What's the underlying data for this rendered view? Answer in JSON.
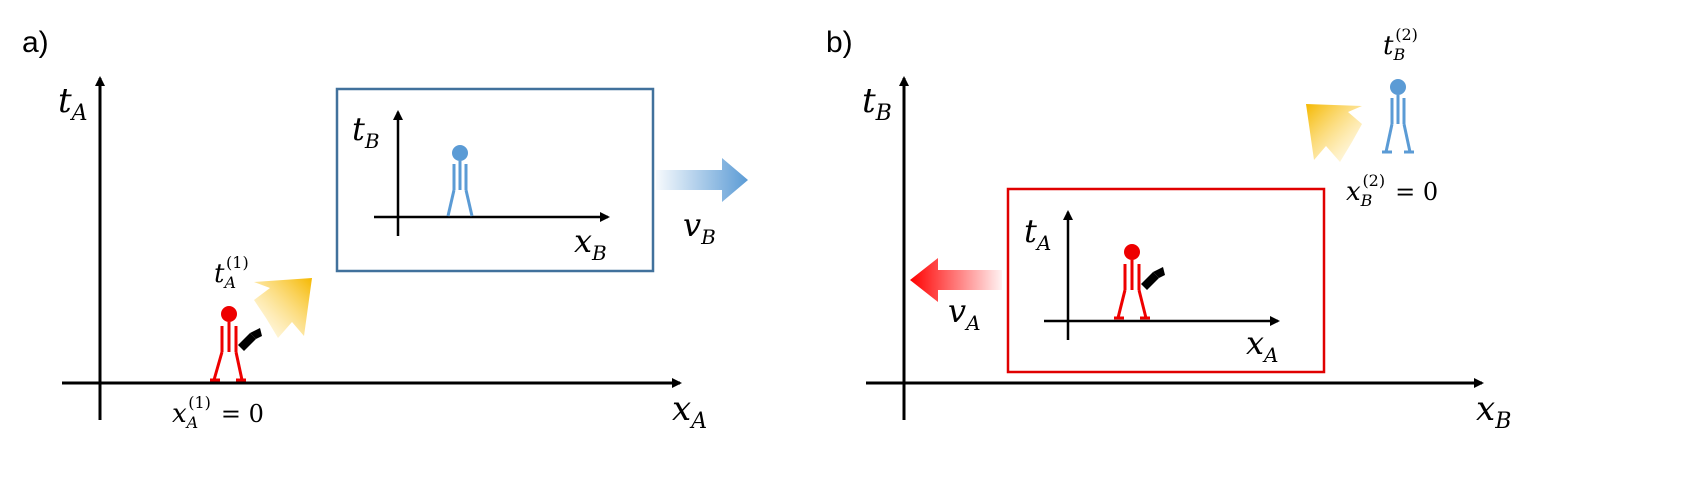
{
  "panel_a": {
    "label": "a)",
    "t_axis": {
      "main": "t",
      "sub": "A"
    },
    "x_axis": {
      "main": "x",
      "sub": "A"
    },
    "inset": {
      "t_axis": {
        "main": "t",
        "sub": "B"
      },
      "x_axis": {
        "main": "x",
        "sub": "B"
      }
    },
    "velocity": {
      "main": "v",
      "sub": "B"
    },
    "event_time": {
      "main": "t",
      "sub": "A",
      "sup": "(1)"
    },
    "event_position": {
      "main": "x",
      "sub": "A",
      "sup": "(1)",
      "rest": "= 0"
    }
  },
  "panel_b": {
    "label": "b)",
    "t_axis": {
      "main": "t",
      "sub": "B"
    },
    "x_axis": {
      "main": "x",
      "sub": "B"
    },
    "inset": {
      "t_axis": {
        "main": "t",
        "sub": "A"
      },
      "x_axis": {
        "main": "x",
        "sub": "A"
      }
    },
    "velocity": {
      "main": "v",
      "sub": "A"
    },
    "event_time": {
      "main": "t",
      "sub": "B",
      "sup": "(2)"
    },
    "event_position": {
      "main": "x",
      "sub": "B",
      "sup": "(2)",
      "rest": "= 0"
    }
  },
  "colors": {
    "observer_a": "#ee0000",
    "observer_b": "#5b9bd5",
    "frame_b_border": "#41719c",
    "frame_a_border": "#e00000",
    "light_flash": "#f5b800",
    "axes": "#000000"
  },
  "icons": {
    "flashlight": "flashlight-icon",
    "flash": "light-flash-arrow-icon"
  }
}
